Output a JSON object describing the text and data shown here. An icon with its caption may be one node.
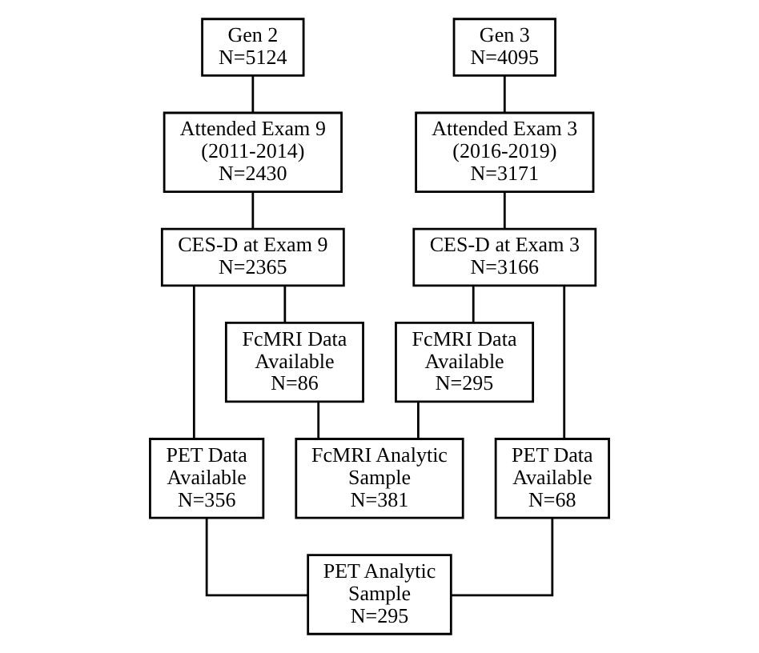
{
  "diagram": {
    "nodes": [
      {
        "text": [
          "Gen 2",
          "N=5124"
        ]
      },
      {
        "text": [
          "Gen 3",
          "N=4095"
        ]
      },
      {
        "text": [
          "Attended Exam 9 (2011-2014)",
          "N=2430"
        ]
      },
      {
        "text": [
          "Attended Exam 3 (2016-2019)",
          "N=3171"
        ]
      },
      {
        "text": [
          "CES-D at Exam 9",
          "N=2365"
        ]
      },
      {
        "text": [
          "CES-D at Exam 3",
          "N=3166"
        ]
      },
      {
        "text": [
          "FcMRI Data Available",
          "N=86"
        ]
      },
      {
        "text": [
          "FcMRI Data Available",
          "N=295"
        ]
      },
      {
        "text": [
          "PET Data Available",
          "N=356"
        ]
      },
      {
        "text": [
          "FcMRI Analytic Sample",
          "N=381"
        ]
      },
      {
        "text": [
          "PET Data Available",
          "N=68"
        ]
      },
      {
        "text": [
          "PET Analytic Sample",
          "N=295"
        ]
      }
    ],
    "edges": [
      {
        "from": 0,
        "to": 2,
        "arrow": "none"
      },
      {
        "from": 2,
        "to": 4,
        "arrow": "none"
      },
      {
        "from": 1,
        "to": 3,
        "arrow": "none"
      },
      {
        "from": 3,
        "to": 5,
        "arrow": "none"
      },
      {
        "from": 4,
        "to": 8,
        "arrow": "none"
      },
      {
        "from": 4,
        "to": 6,
        "arrow": "none"
      },
      {
        "from": 5,
        "to": 7,
        "arrow": "none"
      },
      {
        "from": 5,
        "to": 10,
        "arrow": "none"
      },
      {
        "from": 6,
        "to": 9,
        "arrow": "none"
      },
      {
        "from": 7,
        "to": 9,
        "arrow": "none"
      },
      {
        "from": 8,
        "to": 11,
        "arrow": "none"
      },
      {
        "from": 10,
        "to": 11,
        "arrow": "none"
      }
    ]
  }
}
